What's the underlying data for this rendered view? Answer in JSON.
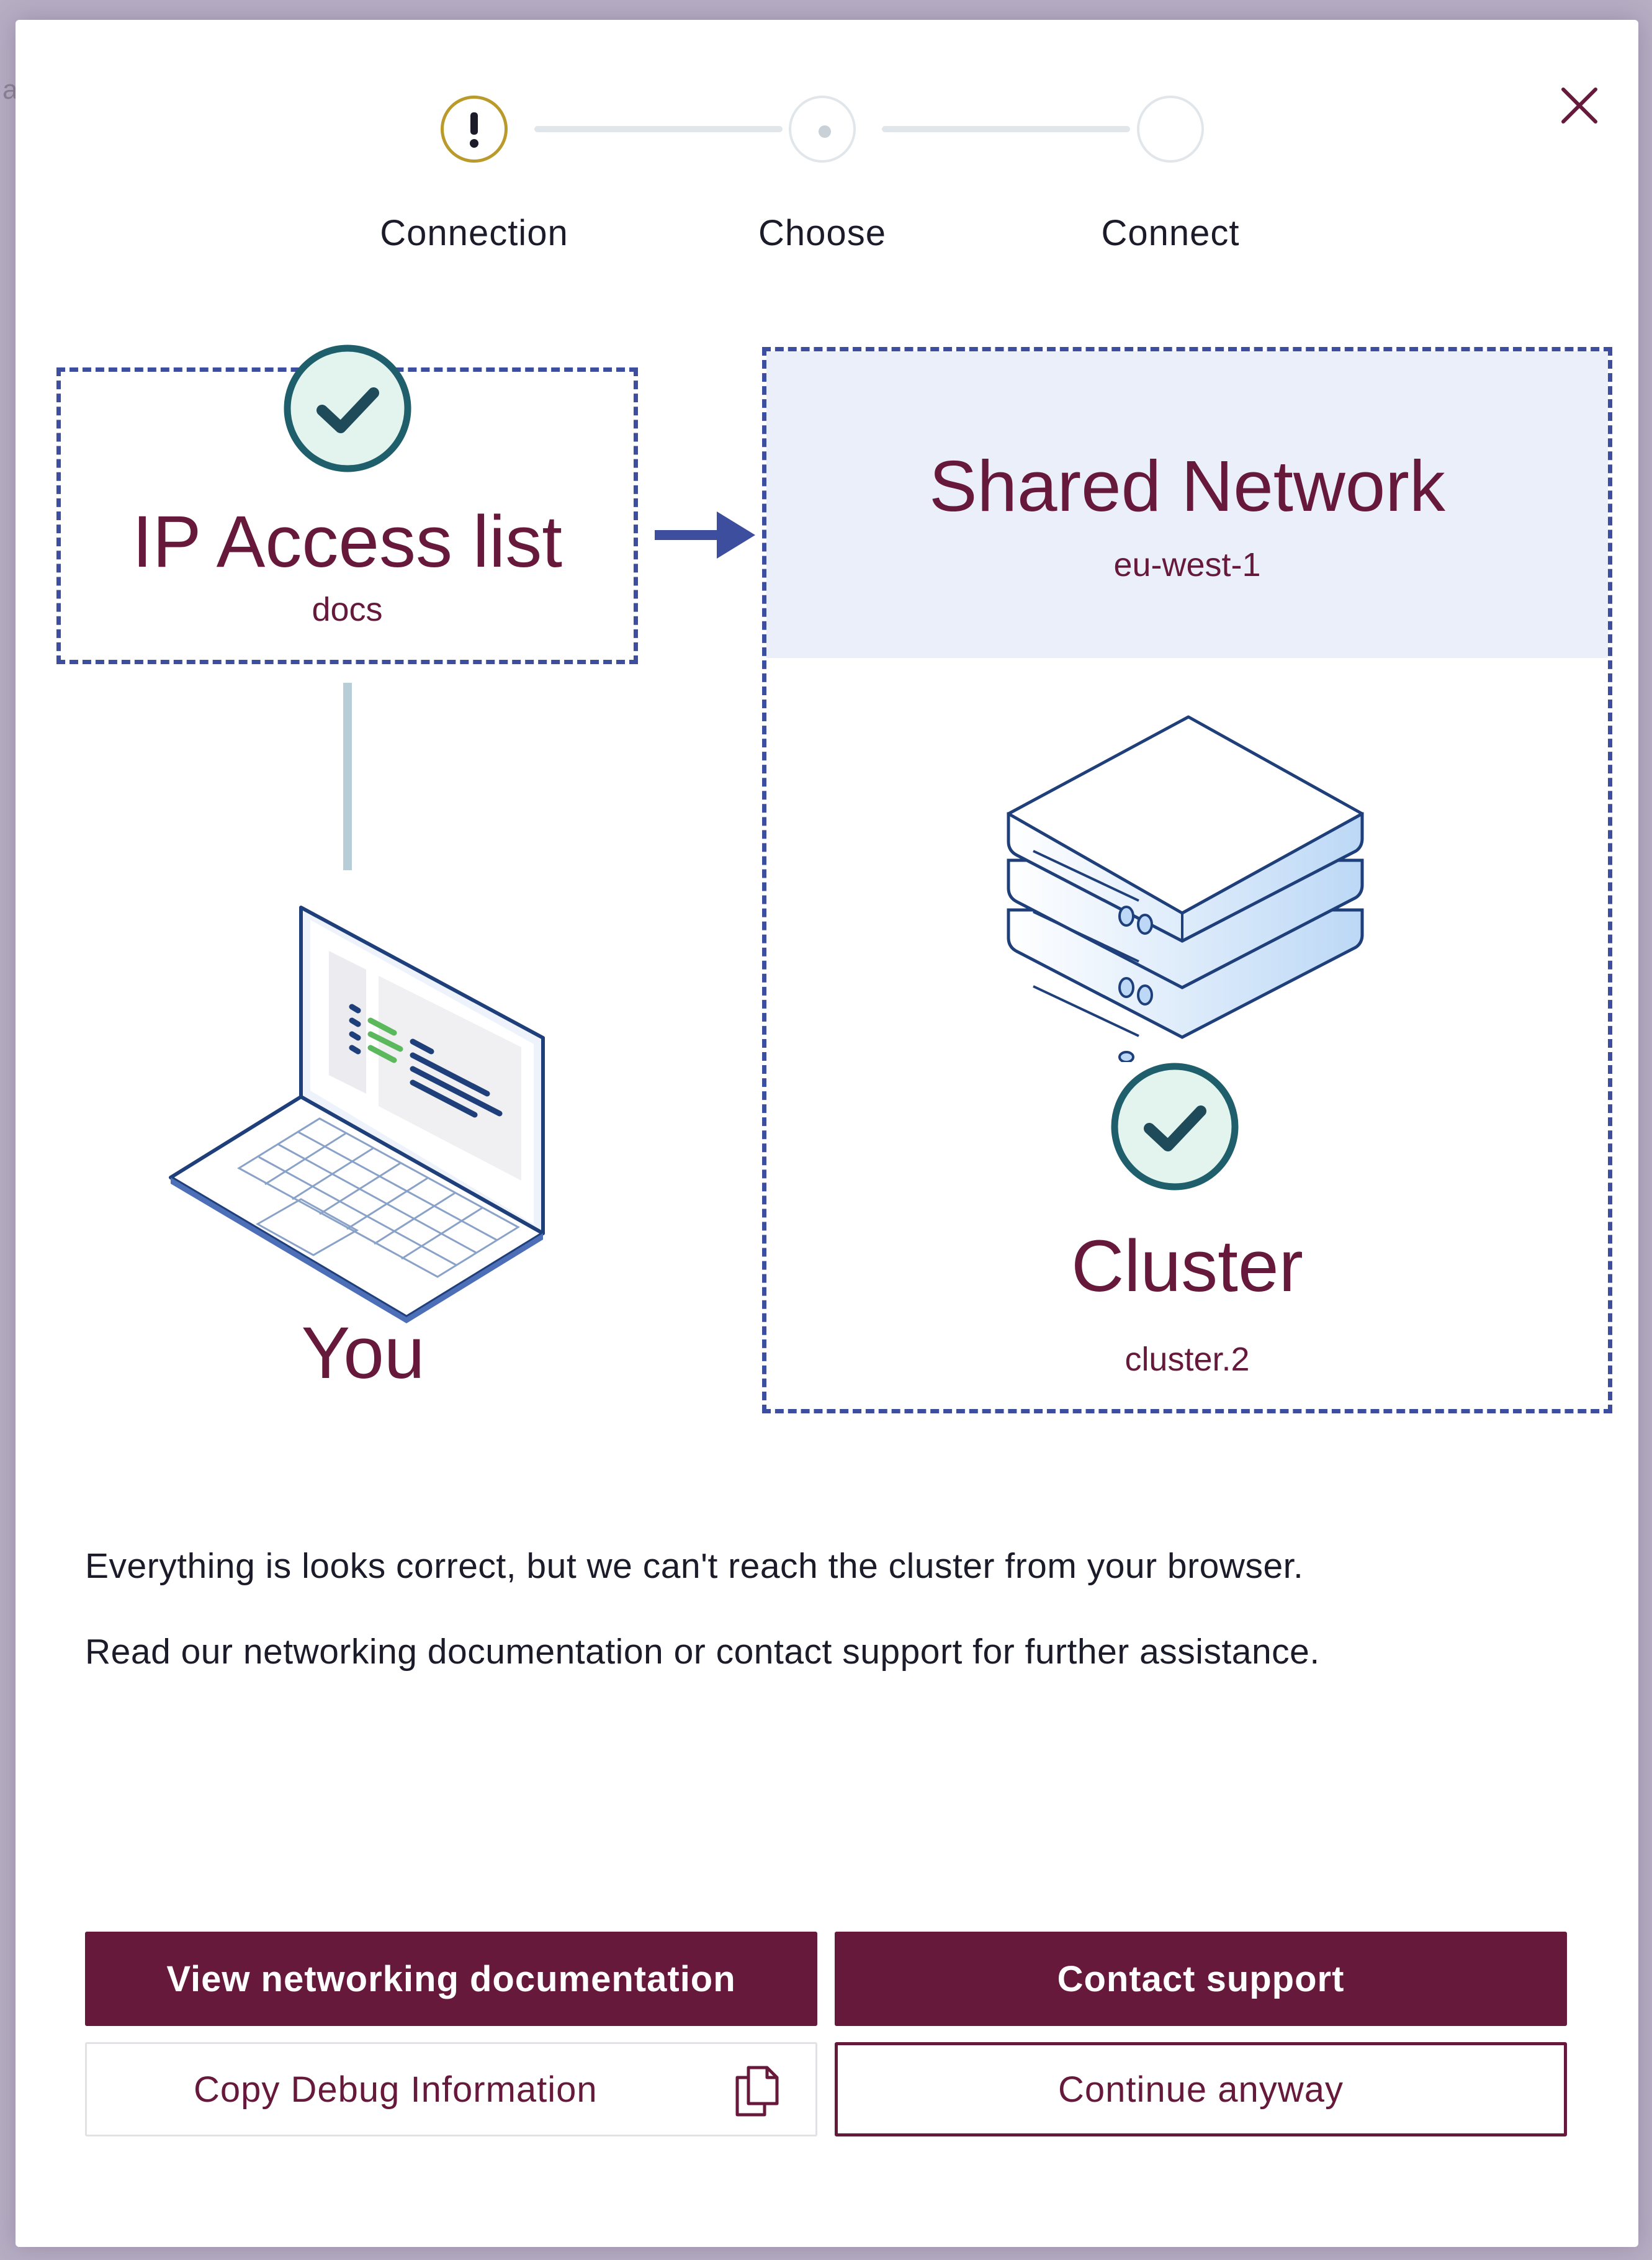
{
  "stepper": {
    "steps": [
      {
        "label": "Connection",
        "status": "warning",
        "icon": "exclamation-icon"
      },
      {
        "label": "Choose",
        "status": "pending",
        "icon": "dot-icon"
      },
      {
        "label": "Connect",
        "status": "empty",
        "icon": ""
      }
    ]
  },
  "diagram": {
    "ip_access": {
      "title": "IP Access list",
      "subtitle": "docs",
      "status": "check-icon"
    },
    "network": {
      "title": "Shared Network",
      "subtitle": "eu-west-1"
    },
    "cluster": {
      "title": "Cluster",
      "subtitle": "cluster.2",
      "status": "check-icon"
    },
    "you": {
      "label": "You"
    }
  },
  "message": {
    "line1": "Everything is looks correct, but we can't reach the cluster from your browser.",
    "line2": "Read our networking documentation or contact support for further assistance."
  },
  "buttons": {
    "view_docs": "View networking documentation",
    "contact_support": "Contact support",
    "copy_debug": "Copy Debug Information",
    "continue_anyway": "Continue anyway"
  },
  "colors": {
    "accent": "#66193a",
    "dashed_border": "#3e4e9f",
    "check_fill": "#e3f4ef",
    "check_border": "#1f5e6b",
    "warning": "#b99a2a"
  }
}
